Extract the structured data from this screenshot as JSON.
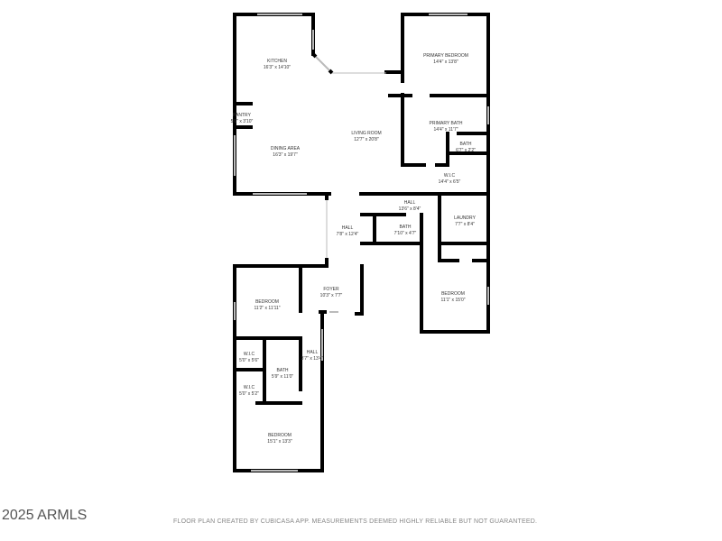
{
  "rooms": [
    {
      "name": "KITCHEN",
      "dims": "16'3\" x 14'10\""
    },
    {
      "name": "PANTRY",
      "dims": "5'0\" x 3'10\""
    },
    {
      "name": "DINING AREA",
      "dims": "16'3\" x 19'7\""
    },
    {
      "name": "LIVING ROOM",
      "dims": "12'7\" x 20'8\""
    },
    {
      "name": "PRIMARY BEDROOM",
      "dims": "14'4\" x 13'8\""
    },
    {
      "name": "PRIMARY BATH",
      "dims": "14'4\" x 11'7\""
    },
    {
      "name": "BATH",
      "dims": "6'7\" x 2'2\""
    },
    {
      "name": "W.I.C",
      "dims": "14'4\" x 6'5\""
    },
    {
      "name": "HALL",
      "dims": "13'6\" x 8'4\""
    },
    {
      "name": "LAUNDRY",
      "dims": "7'7\" x 8'4\""
    },
    {
      "name": "BATH",
      "dims": "7'10\" x 4'7\""
    },
    {
      "name": "HALL",
      "dims": "7'8\" x 12'4\""
    },
    {
      "name": "BEDROOM",
      "dims": "11'1\" x 15'0\""
    },
    {
      "name": "FOYER",
      "dims": "10'3\" x 7'7\""
    },
    {
      "name": "BEDROOM",
      "dims": "11'2\" x 11'11\""
    },
    {
      "name": "W.I.C",
      "dims": "5'0\" x 5'6\""
    },
    {
      "name": "BATH",
      "dims": "5'9\" x 11'0\""
    },
    {
      "name": "HALL",
      "dims": "3'7\" x 13'4\""
    },
    {
      "name": "W.I.C",
      "dims": "5'0\" x 5'2\""
    },
    {
      "name": "BEDROOM",
      "dims": "15'1\" x 13'3\""
    }
  ],
  "footer": {
    "copyright": "2025 ARMLS",
    "disclaimer": "FLOOR PLAN CREATED BY CUBICASA APP. MEASUREMENTS DEEMED HIGHLY RELIABLE BUT NOT GUARANTEED."
  },
  "colors": {
    "wall": "#000000",
    "window": "#bbbbbb",
    "text": "#333333"
  }
}
